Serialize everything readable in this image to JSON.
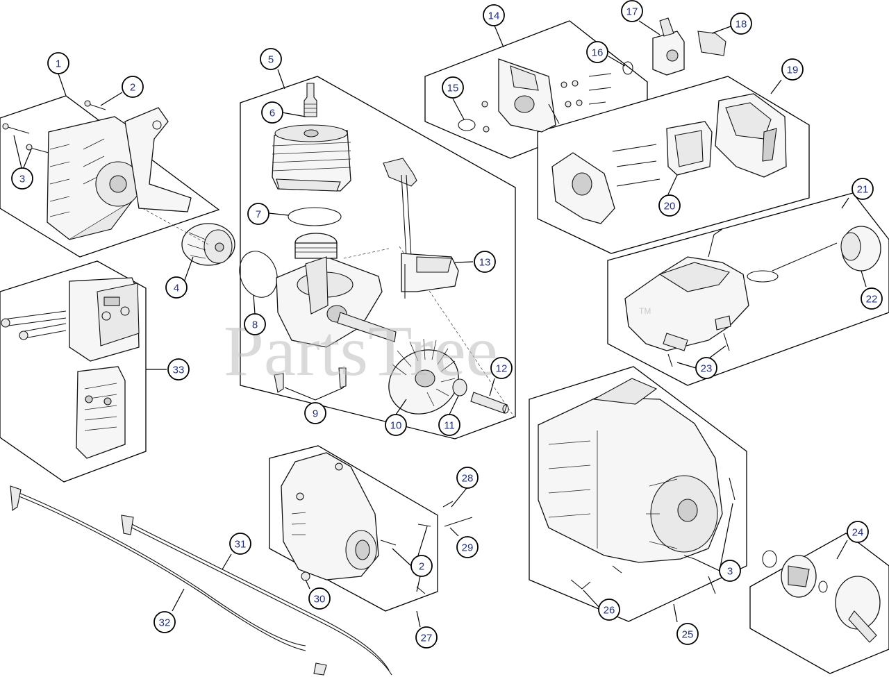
{
  "watermark": {
    "text": "PartsTree",
    "mark": "TM"
  },
  "callouts": [
    {
      "id": "c1",
      "label": "1"
    },
    {
      "id": "c2a",
      "label": "2"
    },
    {
      "id": "c3a",
      "label": "3"
    },
    {
      "id": "c4",
      "label": "4"
    },
    {
      "id": "c5",
      "label": "5"
    },
    {
      "id": "c6",
      "label": "6"
    },
    {
      "id": "c7",
      "label": "7"
    },
    {
      "id": "c8",
      "label": "8"
    },
    {
      "id": "c9",
      "label": "9"
    },
    {
      "id": "c10",
      "label": "10"
    },
    {
      "id": "c11",
      "label": "11"
    },
    {
      "id": "c12",
      "label": "12"
    },
    {
      "id": "c13",
      "label": "13"
    },
    {
      "id": "c14",
      "label": "14"
    },
    {
      "id": "c15",
      "label": "15"
    },
    {
      "id": "c16",
      "label": "16"
    },
    {
      "id": "c17",
      "label": "17"
    },
    {
      "id": "c18",
      "label": "18"
    },
    {
      "id": "c19",
      "label": "19"
    },
    {
      "id": "c20",
      "label": "20"
    },
    {
      "id": "c21",
      "label": "21"
    },
    {
      "id": "c22",
      "label": "22"
    },
    {
      "id": "c23",
      "label": "23"
    },
    {
      "id": "c24",
      "label": "24"
    },
    {
      "id": "c25",
      "label": "25"
    },
    {
      "id": "c26",
      "label": "26"
    },
    {
      "id": "c3b",
      "label": "3"
    },
    {
      "id": "c27",
      "label": "27"
    },
    {
      "id": "c28",
      "label": "28"
    },
    {
      "id": "c29",
      "label": "29"
    },
    {
      "id": "c2b",
      "label": "2"
    },
    {
      "id": "c30",
      "label": "30"
    },
    {
      "id": "c31",
      "label": "31"
    },
    {
      "id": "c32",
      "label": "32"
    },
    {
      "id": "c33",
      "label": "33"
    }
  ]
}
